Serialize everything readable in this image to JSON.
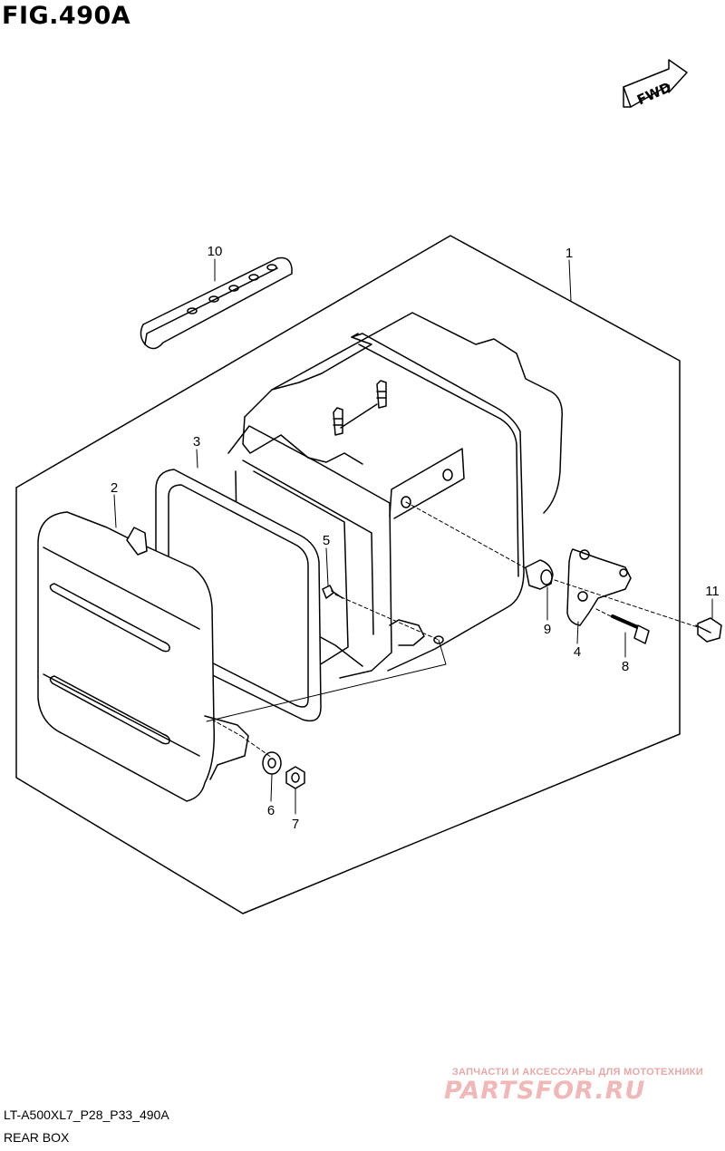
{
  "figure": {
    "title": "FIG.490A"
  },
  "fwd_label": "FWD",
  "callouts": [
    {
      "id": "1",
      "label": "1"
    },
    {
      "id": "2",
      "label": "2"
    },
    {
      "id": "3",
      "label": "3"
    },
    {
      "id": "4",
      "label": "4"
    },
    {
      "id": "5",
      "label": "5"
    },
    {
      "id": "6",
      "label": "6"
    },
    {
      "id": "7",
      "label": "7"
    },
    {
      "id": "8",
      "label": "8"
    },
    {
      "id": "9",
      "label": "9"
    },
    {
      "id": "10",
      "label": "10"
    },
    {
      "id": "11",
      "label": "11"
    }
  ],
  "footer": {
    "code": "LT-A500XL7_P28_P33_490A",
    "caption": "REAR BOX"
  },
  "watermark": {
    "top_text": "ЗАПЧАСТИ И АКСЕССУАРЫ ДЛЯ МОТОТЕХНИКИ",
    "logo_text": "PARTSFOR.RU"
  },
  "colors": {
    "line": "#000000",
    "background": "#ffffff",
    "watermark": "#f2b7b7"
  }
}
